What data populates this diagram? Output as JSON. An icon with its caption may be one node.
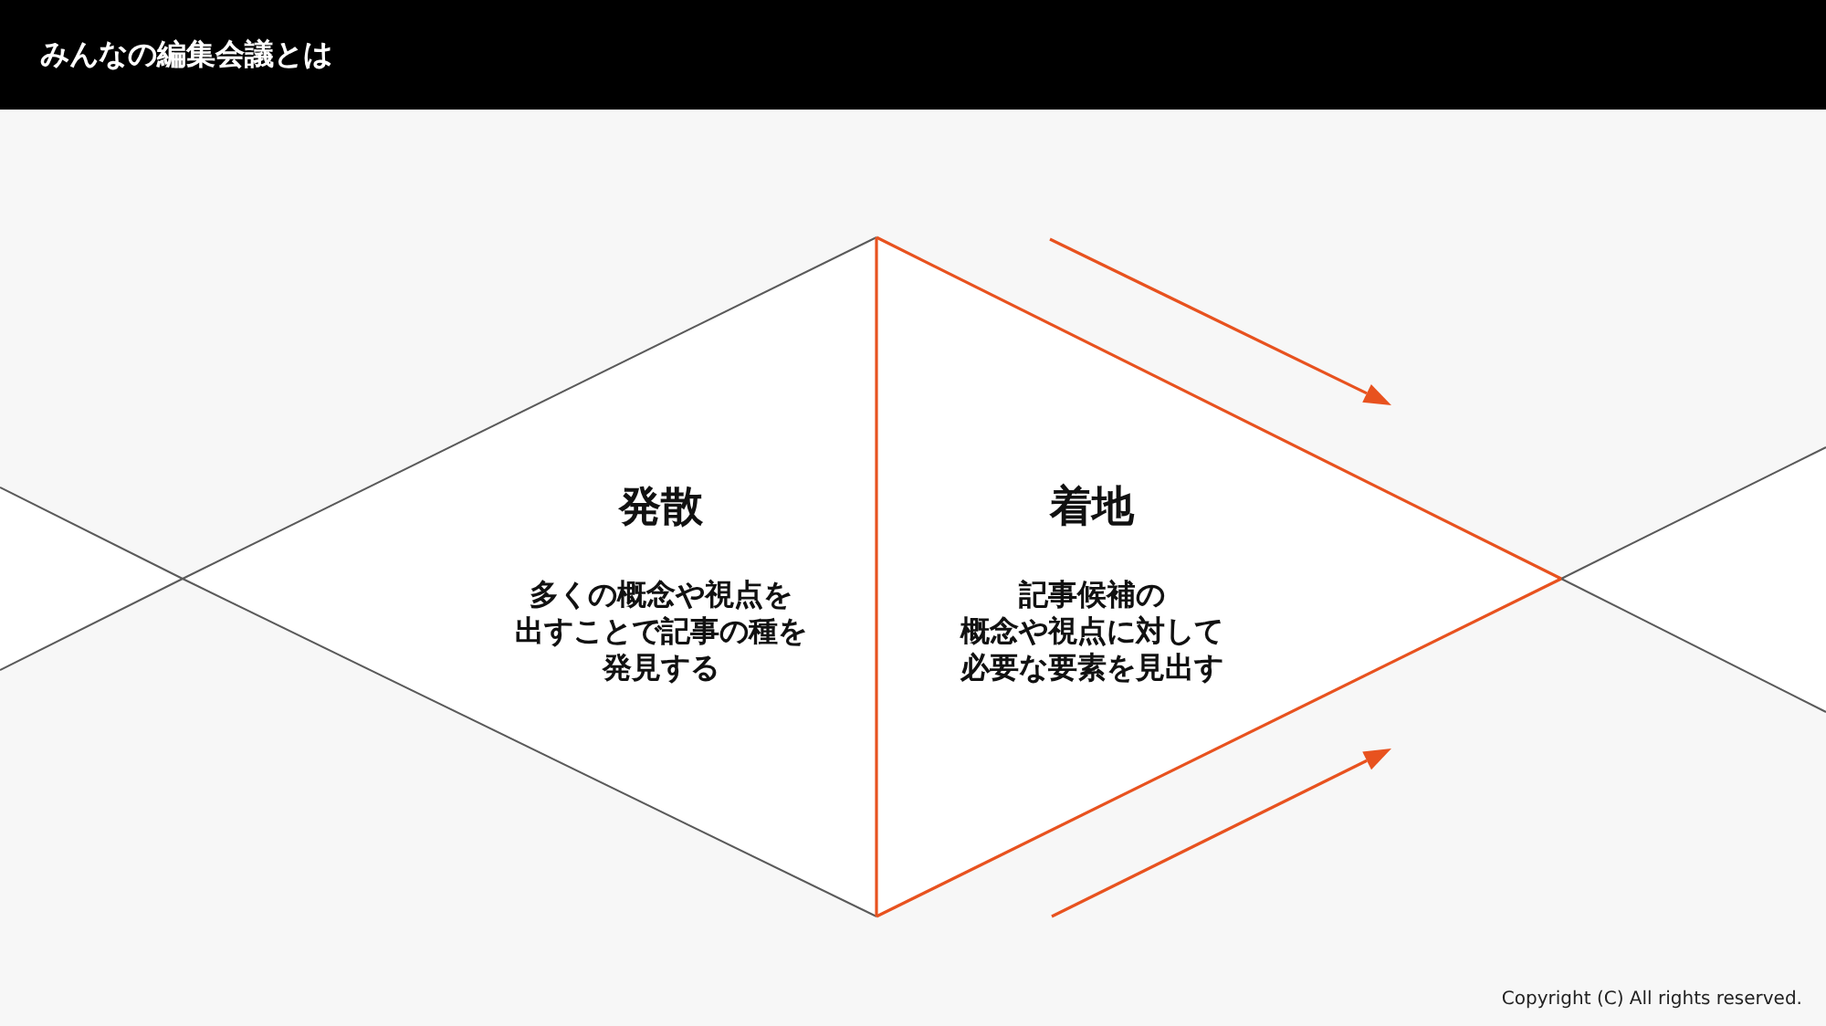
{
  "diagram": {
    "title": "みんなの編集会議とは",
    "nodes": [
      {
        "text": [],
        "shape": "triangle"
      },
      {
        "text": [
          "発散",
          "多くの概念や視点を出すことで記事の種を発見する"
        ]
      },
      {
        "text": [
          "着地",
          "記事候補の概念や視点に対して必要な要素を見出す"
        ]
      },
      {
        "text": [],
        "shape": "triangle"
      }
    ],
    "labels": [
      "Copyright (C) All rights reserved."
    ]
  }
}
